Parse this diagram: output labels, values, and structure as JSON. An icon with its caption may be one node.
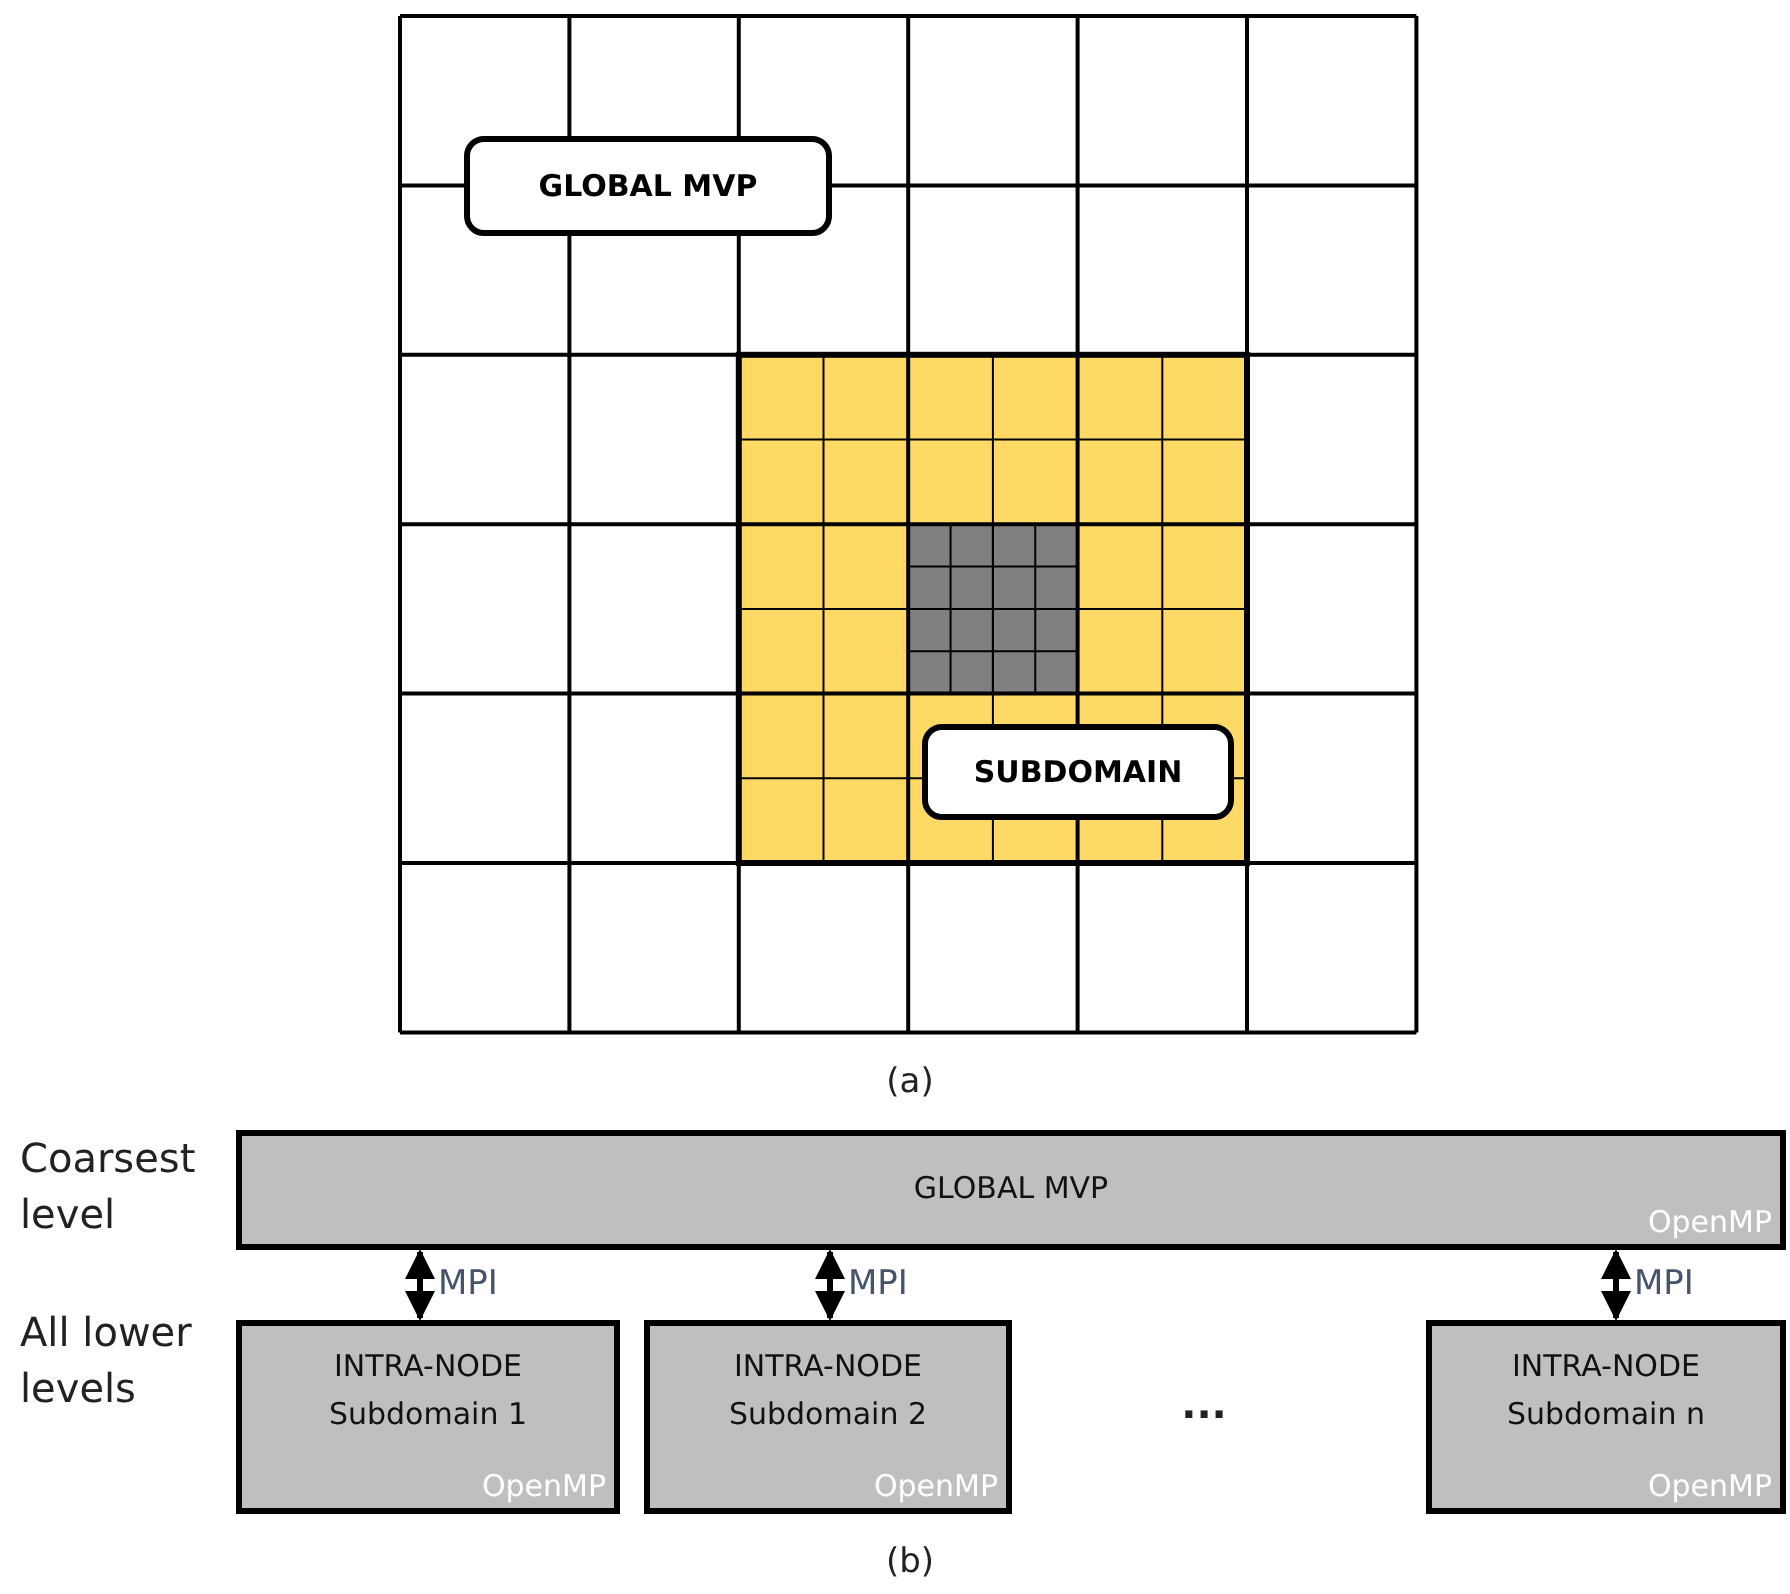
{
  "diagram": {
    "nodes": [
      {
        "text": [
          "GLOBAL MVP"
        ]
      },
      {
        "text": [
          "SUBDOMAIN"
        ]
      },
      {
        "text": [
          "GLOBAL MVP",
          "OpenMP"
        ]
      },
      {
        "text": [
          "INTRA-NODE Subdomain 1",
          "OpenMP"
        ]
      },
      {
        "text": [
          "INTRA-NODE Subdomain 2",
          "OpenMP"
        ]
      },
      {
        "text": [
          "INTRA-NODE Subdomain n",
          "OpenMP"
        ]
      }
    ],
    "edges": [
      {
        "from": 2,
        "to": 3,
        "arrow": "both",
        "label": "MPI"
      },
      {
        "from": 2,
        "to": 4,
        "arrow": "both",
        "label": "MPI"
      },
      {
        "from": 2,
        "to": 5,
        "arrow": "both",
        "label": "MPI"
      }
    ],
    "labels": [
      "(a)",
      "Coarsest level",
      "All lower levels",
      "...",
      "(b)"
    ]
  }
}
